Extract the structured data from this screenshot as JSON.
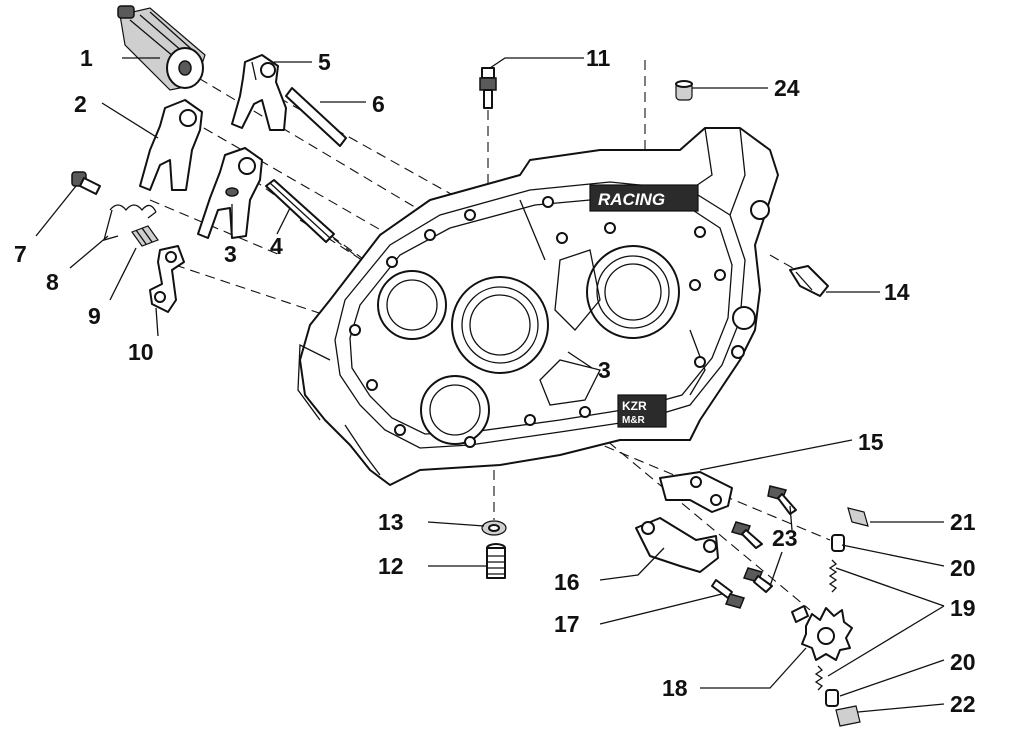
{
  "diagram": {
    "callouts": [
      {
        "id": "c1",
        "label": "1"
      },
      {
        "id": "c2",
        "label": "2"
      },
      {
        "id": "c3a",
        "label": "3"
      },
      {
        "id": "c3b",
        "label": "3"
      },
      {
        "id": "c4",
        "label": "4"
      },
      {
        "id": "c5",
        "label": "5"
      },
      {
        "id": "c6",
        "label": "6"
      },
      {
        "id": "c7",
        "label": "7"
      },
      {
        "id": "c8",
        "label": "8"
      },
      {
        "id": "c9",
        "label": "9"
      },
      {
        "id": "c10",
        "label": "10"
      },
      {
        "id": "c11",
        "label": "11"
      },
      {
        "id": "c12",
        "label": "12"
      },
      {
        "id": "c13",
        "label": "13"
      },
      {
        "id": "c14",
        "label": "14"
      },
      {
        "id": "c15",
        "label": "15"
      },
      {
        "id": "c16",
        "label": "16"
      },
      {
        "id": "c17",
        "label": "17"
      },
      {
        "id": "c18",
        "label": "18"
      },
      {
        "id": "c19",
        "label": "19"
      },
      {
        "id": "c20a",
        "label": "20"
      },
      {
        "id": "c20b",
        "label": "20"
      },
      {
        "id": "c21",
        "label": "21"
      },
      {
        "id": "c22",
        "label": "22"
      },
      {
        "id": "c23",
        "label": "23"
      },
      {
        "id": "c24",
        "label": "24"
      }
    ],
    "casting_marks": {
      "logo": "RACING",
      "plate_line1": "KZR",
      "plate_line2": "M&R"
    }
  }
}
